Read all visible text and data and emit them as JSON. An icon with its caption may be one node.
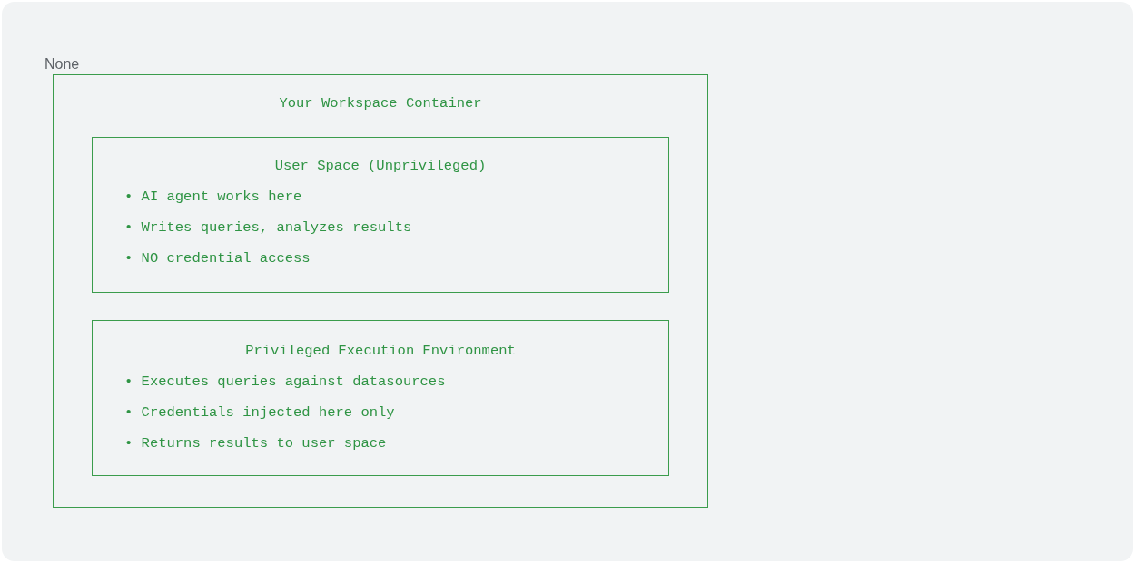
{
  "diagram": {
    "nodes": [
      {
        "text": [
          "Your Workspace Container"
        ]
      },
      {
        "text": [
          "User Space (Unprivileged)",
          "• AI agent works here",
          "• Writes queries, analyzes results",
          "• NO credential access"
        ],
        "in": 0
      },
      {
        "text": [
          "Privileged Execution Environment",
          "• Executes queries against datasources",
          "• Credentials injected here only",
          "• Returns results to user space"
        ],
        "in": 0
      }
    ],
    "labels": [
      "None"
    ]
  }
}
